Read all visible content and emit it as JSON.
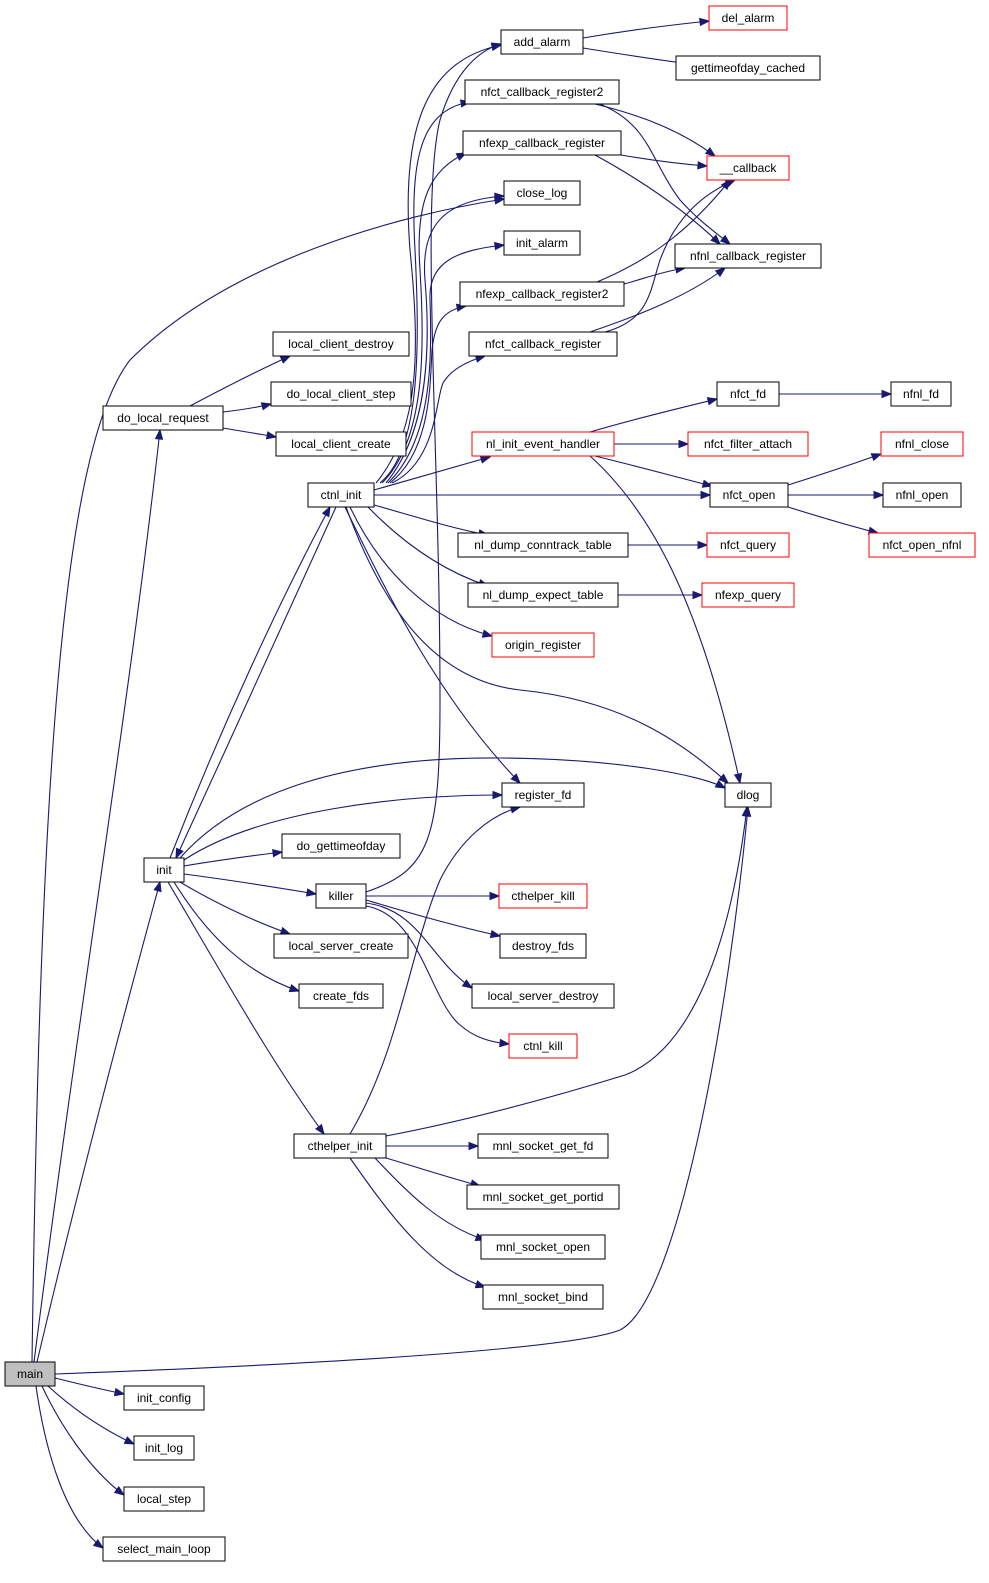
{
  "colors": {
    "edge": "#191970",
    "node_border": "#000000",
    "truncated_border": "#ff0000",
    "root_fill": "#bfbfbf",
    "node_fill": "#ffffff"
  },
  "nodes": {
    "main": "main",
    "init_config": "init_config",
    "init_log": "init_log",
    "local_step": "local_step",
    "select_main_loop": "select_main_loop",
    "do_local_request": "do_local_request",
    "local_client_destroy": "local_client_destroy",
    "do_local_client_step": "do_local_client_step",
    "local_client_create": "local_client_create",
    "init": "init",
    "ctnl_init": "ctnl_init",
    "do_gettimeofday": "do_gettimeofday",
    "killer": "killer",
    "local_server_create": "local_server_create",
    "create_fds": "create_fds",
    "cthelper_init": "cthelper_init",
    "add_alarm": "add_alarm",
    "nfct_callback_register2": "nfct_callback_register2",
    "nfexp_callback_register": "nfexp_callback_register",
    "close_log": "close_log",
    "init_alarm": "init_alarm",
    "nfexp_callback_register2": "nfexp_callback_register2",
    "nfct_callback_register": "nfct_callback_register",
    "nl_init_event_handler": "nl_init_event_handler",
    "nl_dump_conntrack_table": "nl_dump_conntrack_table",
    "nl_dump_expect_table": "nl_dump_expect_table",
    "origin_register": "origin_register",
    "register_fd": "register_fd",
    "cthelper_kill": "cthelper_kill",
    "destroy_fds": "destroy_fds",
    "local_server_destroy": "local_server_destroy",
    "ctnl_kill": "ctnl_kill",
    "mnl_socket_get_fd": "mnl_socket_get_fd",
    "mnl_socket_get_portid": "mnl_socket_get_portid",
    "mnl_socket_open": "mnl_socket_open",
    "mnl_socket_bind": "mnl_socket_bind",
    "del_alarm": "del_alarm",
    "gettimeofday_cached": "gettimeofday_cached",
    "callback": "__callback",
    "nfnl_callback_register": "nfnl_callback_register",
    "nfct_fd": "nfct_fd",
    "nfct_filter_attach": "nfct_filter_attach",
    "nfct_open": "nfct_open",
    "nfct_query": "nfct_query",
    "nfexp_query": "nfexp_query",
    "dlog": "dlog",
    "nfnl_fd": "nfnl_fd",
    "nfnl_close": "nfnl_close",
    "nfnl_open": "nfnl_open",
    "nfct_open_nfnl": "nfct_open_nfnl"
  },
  "truncated": [
    "del_alarm",
    "callback",
    "nfct_filter_attach",
    "nfct_query",
    "nfexp_query",
    "nl_init_event_handler",
    "origin_register",
    "cthelper_kill",
    "ctnl_kill",
    "nfnl_close",
    "nfct_open_nfnl"
  ],
  "root": "main",
  "edges": [
    [
      "main",
      "init_config"
    ],
    [
      "main",
      "init_log"
    ],
    [
      "main",
      "local_step"
    ],
    [
      "main",
      "select_main_loop"
    ],
    [
      "main",
      "do_local_request"
    ],
    [
      "main",
      "init"
    ],
    [
      "main",
      "close_log"
    ],
    [
      "main",
      "dlog"
    ],
    [
      "do_local_request",
      "local_client_destroy"
    ],
    [
      "do_local_request",
      "do_local_client_step"
    ],
    [
      "do_local_request",
      "local_client_create"
    ],
    [
      "init",
      "ctnl_init"
    ],
    [
      "init",
      "do_gettimeofday"
    ],
    [
      "init",
      "killer"
    ],
    [
      "init",
      "local_server_create"
    ],
    [
      "init",
      "create_fds"
    ],
    [
      "init",
      "cthelper_init"
    ],
    [
      "init",
      "register_fd"
    ],
    [
      "init",
      "dlog"
    ],
    [
      "ctnl_init",
      "init"
    ],
    [
      "ctnl_init",
      "add_alarm"
    ],
    [
      "ctnl_init",
      "nfct_callback_register2"
    ],
    [
      "ctnl_init",
      "nfexp_callback_register"
    ],
    [
      "ctnl_init",
      "close_log"
    ],
    [
      "ctnl_init",
      "init_alarm"
    ],
    [
      "ctnl_init",
      "nfexp_callback_register2"
    ],
    [
      "ctnl_init",
      "nfct_callback_register"
    ],
    [
      "ctnl_init",
      "nl_init_event_handler"
    ],
    [
      "ctnl_init",
      "nfct_open"
    ],
    [
      "ctnl_init",
      "nl_dump_conntrack_table"
    ],
    [
      "ctnl_init",
      "nl_dump_expect_table"
    ],
    [
      "ctnl_init",
      "origin_register"
    ],
    [
      "ctnl_init",
      "register_fd"
    ],
    [
      "ctnl_init",
      "dlog"
    ],
    [
      "killer",
      "add_alarm"
    ],
    [
      "killer",
      "cthelper_kill"
    ],
    [
      "killer",
      "destroy_fds"
    ],
    [
      "killer",
      "local_server_destroy"
    ],
    [
      "killer",
      "ctnl_kill"
    ],
    [
      "cthelper_init",
      "register_fd"
    ],
    [
      "cthelper_init",
      "dlog"
    ],
    [
      "cthelper_init",
      "mnl_socket_get_fd"
    ],
    [
      "cthelper_init",
      "mnl_socket_get_portid"
    ],
    [
      "cthelper_init",
      "mnl_socket_open"
    ],
    [
      "cthelper_init",
      "mnl_socket_bind"
    ],
    [
      "add_alarm",
      "del_alarm"
    ],
    [
      "add_alarm",
      "gettimeofday_cached"
    ],
    [
      "nfct_callback_register2",
      "callback"
    ],
    [
      "nfct_callback_register2",
      "nfnl_callback_register"
    ],
    [
      "nfexp_callback_register",
      "callback"
    ],
    [
      "nfexp_callback_register",
      "nfnl_callback_register"
    ],
    [
      "nfexp_callback_register2",
      "callback"
    ],
    [
      "nfexp_callback_register2",
      "nfnl_callback_register"
    ],
    [
      "nfct_callback_register",
      "callback"
    ],
    [
      "nfct_callback_register",
      "nfnl_callback_register"
    ],
    [
      "nl_init_event_handler",
      "nfct_fd"
    ],
    [
      "nl_init_event_handler",
      "nfct_filter_attach"
    ],
    [
      "nl_init_event_handler",
      "nfct_open"
    ],
    [
      "nl_init_event_handler",
      "dlog"
    ],
    [
      "nl_dump_conntrack_table",
      "nfct_query"
    ],
    [
      "nl_dump_expect_table",
      "nfexp_query"
    ],
    [
      "nfct_fd",
      "nfnl_fd"
    ],
    [
      "nfct_open",
      "nfnl_close"
    ],
    [
      "nfct_open",
      "nfnl_open"
    ],
    [
      "nfct_open",
      "nfct_open_nfnl"
    ]
  ]
}
